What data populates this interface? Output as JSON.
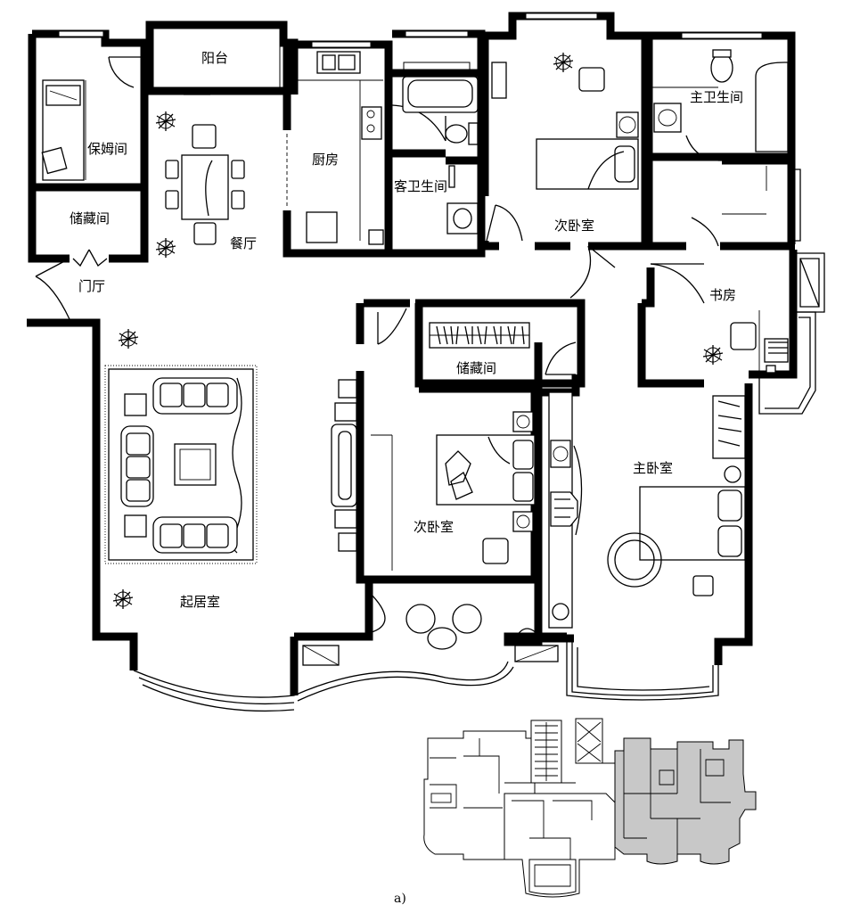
{
  "rooms": {
    "nanny": "保姆间",
    "balcony": "阳台",
    "storage_top": "储藏间",
    "dining": "餐厅",
    "kitchen": "厨房",
    "guest_bath": "客卫生间",
    "second_bed_top": "次卧室",
    "master_bath": "主卫生间",
    "foyer": "门厅",
    "study": "书房",
    "living": "起居室",
    "storage_mid": "储藏间",
    "second_bed_mid": "次卧室",
    "master_bed": "主卧室"
  },
  "caption": "a)"
}
